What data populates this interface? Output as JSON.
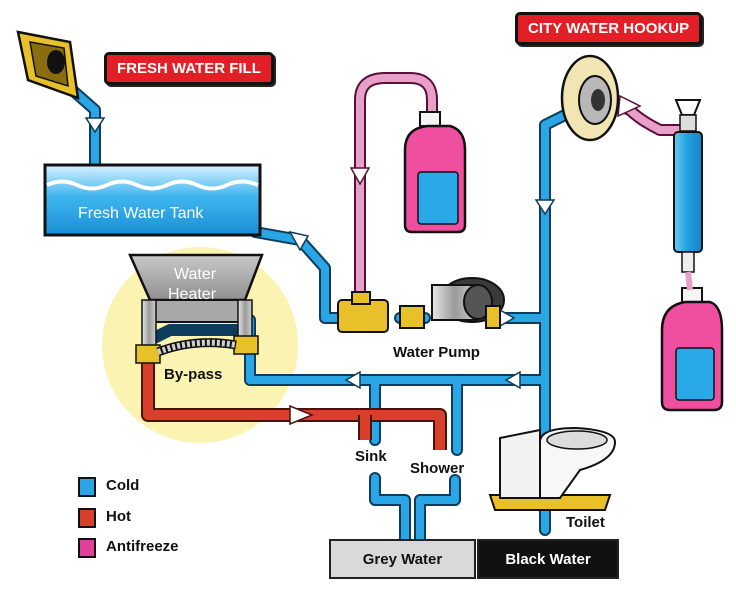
{
  "labels": {
    "fresh_water_fill": "FRESH WATER FILL",
    "city_water_hookup": "CITY WATER HOOKUP",
    "fresh_water_tank": "Fresh Water Tank",
    "water_heater_line1": "Water",
    "water_heater_line2": "Heater",
    "bypass": "By-pass",
    "water_pump": "Water Pump",
    "sink": "Sink",
    "shower": "Shower",
    "toilet": "Toilet",
    "grey_water": "Grey Water",
    "black_water": "Black Water"
  },
  "legend": [
    {
      "label": "Cold",
      "color": "#2aa6e6"
    },
    {
      "label": "Hot",
      "color": "#d9402b"
    },
    {
      "label": "Antifreeze",
      "color": "#e0409a"
    }
  ],
  "colors": {
    "cold": "#2aa6e6",
    "hot": "#d9402b",
    "antifreeze": "#e0409a",
    "banner": "#e21f26",
    "brass": "#e8c12a"
  }
}
